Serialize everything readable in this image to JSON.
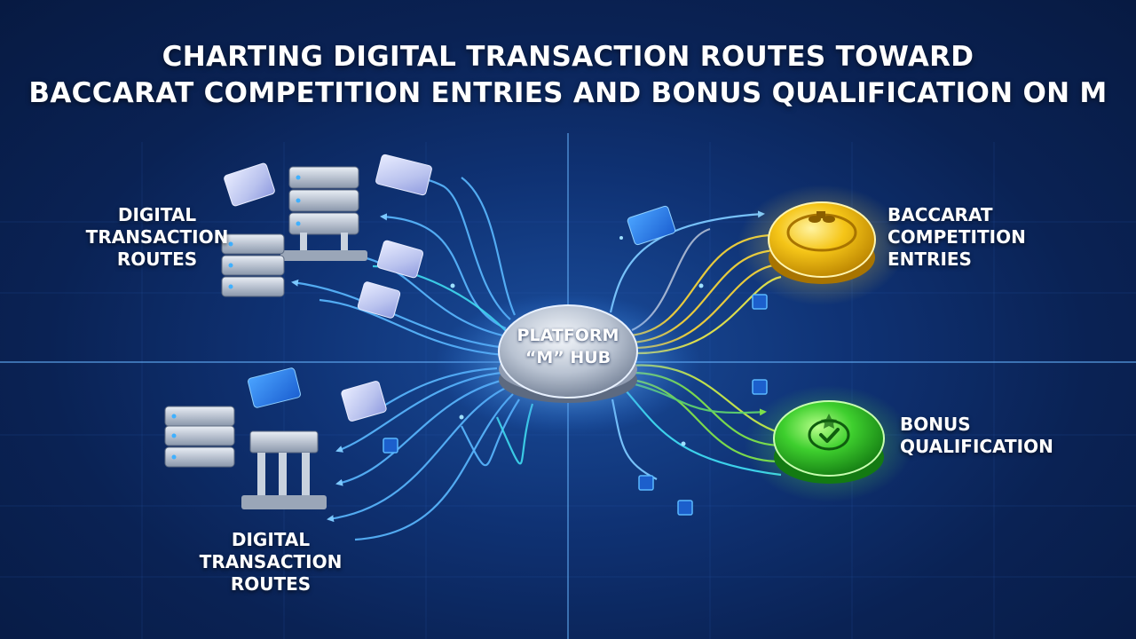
{
  "title": {
    "line1": "CHARTING DIGITAL TRANSACTION ROUTES TOWARD",
    "line2": "BACCARAT COMPETITION ENTRIES AND BONUS QUALIFICATION ON M"
  },
  "labels": {
    "routes_top": [
      "DIGITAL",
      "TRANSACTION",
      "ROUTES"
    ],
    "routes_bottom": [
      "DIGITAL",
      "TRANSACTION",
      "ROUTES"
    ],
    "hub": [
      "PLATFORM",
      "“M” HUB"
    ],
    "baccarat": [
      "BACCARAT",
      "COMPETITION",
      "ENTRIES"
    ],
    "bonus": [
      "BONUS",
      "QUALIFICATION"
    ]
  },
  "icons": {
    "card": "credit-card-icon",
    "server": "server-stack-icon",
    "bank": "bank-building-icon",
    "cube": "block-cube-icon",
    "check": "checkmark-icon",
    "chips": "casino-chips-icon"
  },
  "colors": {
    "background": "#0a2254",
    "route_blue": "#5ab8ff",
    "route_cyan": "#3fd9f0",
    "route_yellow": "#f2d23a",
    "route_green": "#7fe04a",
    "gold_token": "#f5c518",
    "green_token": "#3ecf2e",
    "hub_silver": "#d4dbe6"
  }
}
